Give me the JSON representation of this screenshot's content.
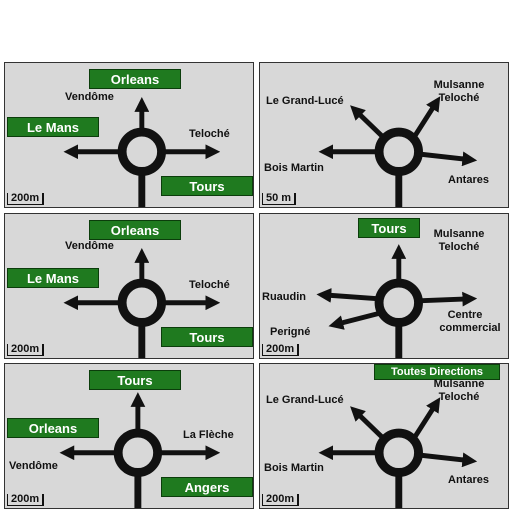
{
  "panels": [
    {
      "signs": [
        "Orleans",
        "Le Mans",
        "Tours"
      ],
      "labels": [
        "Vendôme",
        "Teloché"
      ],
      "scale": "200m"
    },
    {
      "signs": [],
      "labels": [
        "Mulsanne",
        "Teloché",
        "Le Grand-Lucé",
        "Bois Martin",
        "Antares"
      ],
      "scale": "50 m"
    },
    {
      "signs": [
        "Orleans",
        "Le Mans",
        "Tours"
      ],
      "labels": [
        "Vendôme",
        "Teloché"
      ],
      "scale": "200m"
    },
    {
      "signs": [
        "Tours"
      ],
      "labels": [
        "Mulsanne",
        "Teloché",
        "Ruaudin",
        "Perigné",
        "Centre",
        "commercial"
      ],
      "scale": "200m"
    },
    {
      "signs": [
        "Tours",
        "Orleans",
        "Angers"
      ],
      "labels": [
        "La Flèche",
        "Vendôme"
      ],
      "scale": "200m"
    },
    {
      "signs": [
        "Toutes Directions"
      ],
      "labels": [
        "Mulsanne",
        "Teloché",
        "Le Grand-Lucé",
        "Bois Martin",
        "Antares"
      ],
      "scale": "200m"
    }
  ],
  "colors": {
    "panel": "#d8d8d8",
    "sign": "#1f7a1f",
    "road": "#111111"
  }
}
